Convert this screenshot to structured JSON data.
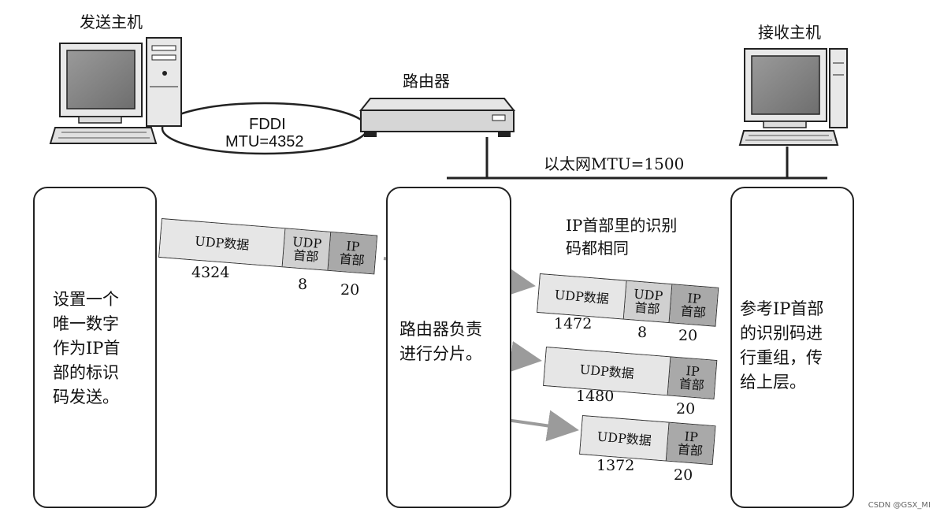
{
  "hosts": {
    "sender": "发送主机",
    "router": "路由器",
    "receiver": "接收主机"
  },
  "links": {
    "fddi_name": "FDDI",
    "fddi_mtu": "MTU=4352",
    "ethernet": "以太网MTU=1500"
  },
  "panels": {
    "left": "设置一个\n唯一数字\n作为IP首\n部的标识\n码发送。",
    "middle": "路由器负责\n进行分片。",
    "right": "参考IP首部\n的识别码进\n行重组，传\n给上层。"
  },
  "note": "IP首部里的识别\n码都相同",
  "original_packet": {
    "data_label": "UDP数据",
    "udp_header": "UDP\n首部",
    "ip_header": "IP\n首部",
    "data_size": "4324",
    "udp_size": "8",
    "ip_size": "20"
  },
  "fragments": [
    {
      "data_label": "UDP数据",
      "udp_header": "UDP\n首部",
      "ip_header": "IP\n首部",
      "data_size": "1472",
      "udp_size": "8",
      "ip_size": "20"
    },
    {
      "data_label": "UDP数据",
      "ip_header": "IP\n首部",
      "data_size": "1480",
      "ip_size": "20"
    },
    {
      "data_label": "UDP数据",
      "ip_header": "IP\n首部",
      "data_size": "1372",
      "ip_size": "20"
    }
  ],
  "watermark": "CSDN @GSX_MI"
}
